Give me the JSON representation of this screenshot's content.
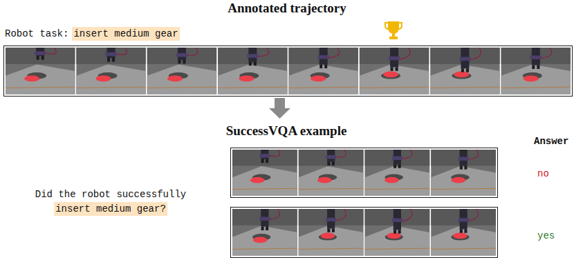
{
  "diagram": {
    "nodes": [
      {
        "text": [
          "Robot task:",
          "insert medium gear"
        ]
      },
      {
        "text": [
          "no"
        ]
      },
      {
        "text": [
          "yes"
        ]
      }
    ],
    "labels": [
      "Annotated trajectory",
      "SuccessVQA example",
      "Answer",
      "Did the robot successfully",
      "insert medium gear?"
    ]
  }
}
